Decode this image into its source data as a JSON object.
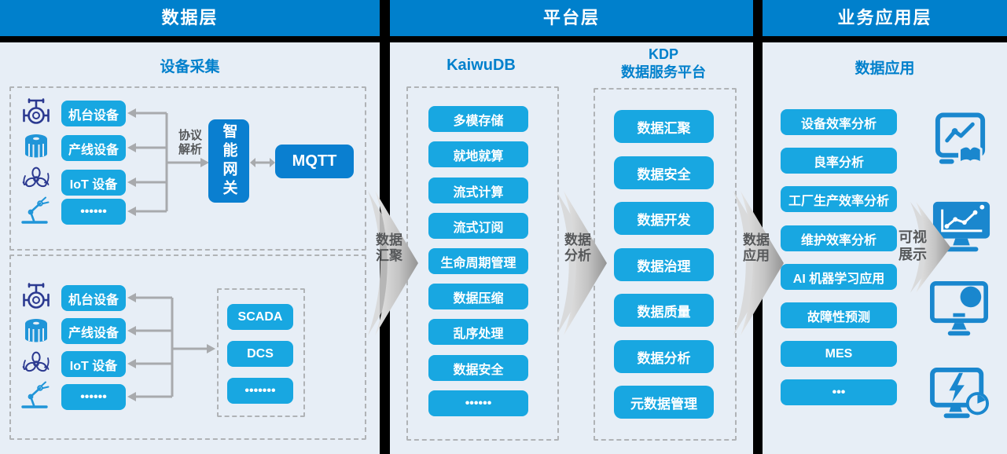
{
  "headers": {
    "data_layer": "数据层",
    "platform_layer": "平台层",
    "app_layer": "业务应用层"
  },
  "device_collection": {
    "title": "设备采集",
    "protocol_label": [
      "协议",
      "解析"
    ],
    "gateway_label": "智能网关",
    "mqtt_label": "MQTT",
    "group_top": {
      "devices": [
        "机台设备",
        "产线设备",
        "IoT 设备",
        "••••••"
      ]
    },
    "group_bottom": {
      "devices": [
        "机台设备",
        "产线设备",
        "IoT 设备",
        "••••••"
      ],
      "systems": [
        "SCADA",
        "DCS",
        "•••••••"
      ]
    },
    "device_icons": [
      "valve-icon",
      "tank-icon",
      "fan-icon",
      "robot-arm-icon"
    ]
  },
  "platform": {
    "kaiwudb": {
      "title": "KaiwuDB",
      "items": [
        "多模存储",
        "就地就算",
        "流式计算",
        "流式订阅",
        "生命周期管理",
        "数据压缩",
        "乱序处理",
        "数据安全",
        "••••••"
      ]
    },
    "kdp": {
      "title_line1": "KDP",
      "title_line2": "数据服务平台",
      "items": [
        "数据汇聚",
        "数据安全",
        "数据开发",
        "数据治理",
        "数据质量",
        "数据分析",
        "元数据管理"
      ]
    }
  },
  "applications": {
    "title": "数据应用",
    "items": [
      "设备效率分析",
      "良率分析",
      "工厂生产效率分析",
      "维护效率分析",
      "AI 机器学习应用",
      "故障性预测",
      "MES",
      "•••"
    ],
    "app_icons": [
      "report-analytics-icon",
      "monitor-line-chart-icon",
      "monitor-pie-chart-icon",
      "monitor-energy-icon"
    ]
  },
  "flow": {
    "aggregate": [
      "数据",
      "汇聚"
    ],
    "analyze": [
      "数据",
      "分析"
    ],
    "apply": [
      "数据",
      "应用"
    ],
    "visualize": [
      "可视",
      "展示"
    ]
  },
  "colors": {
    "header_bg": "#0080cc",
    "panel_bg": "#e7eef6",
    "chip_bg": "#18a7e1",
    "dark_box_bg": "#0a7fd0",
    "accent_text": "#0080cc",
    "flow_text": "#56585a",
    "connector_gray": "#a8aaad",
    "icon_blue": "#1a87ce",
    "icon_navy": "#2b3990",
    "icon_lightblue": "#2095d8"
  }
}
